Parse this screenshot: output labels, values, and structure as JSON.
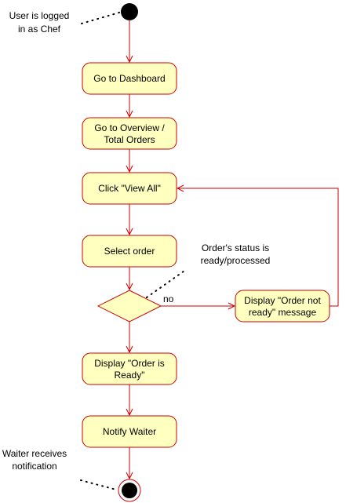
{
  "colors": {
    "node_fill": "#ffffc0",
    "node_stroke": "#cc0000",
    "arrow": "#cc0000",
    "start_fill": "#000000"
  },
  "nodes": {
    "dashboard": [
      "Go to Dashboard"
    ],
    "overview": [
      "Go to Overview /",
      "Total Orders"
    ],
    "view_all": [
      "Click \"View All\""
    ],
    "select_order": [
      "Select order"
    ],
    "display_not_ready": [
      "Display \"Order not",
      "ready\" message"
    ],
    "display_ready": [
      "Display \"Order is",
      "Ready\""
    ],
    "notify_waiter": [
      "Notify Waiter"
    ]
  },
  "notes": {
    "start": [
      "User is logged",
      "in as Chef"
    ],
    "decision": [
      "Order's status is",
      "ready/processed"
    ],
    "end": [
      "Waiter receives",
      "notification"
    ]
  },
  "edges": {
    "decision_no": "no"
  }
}
